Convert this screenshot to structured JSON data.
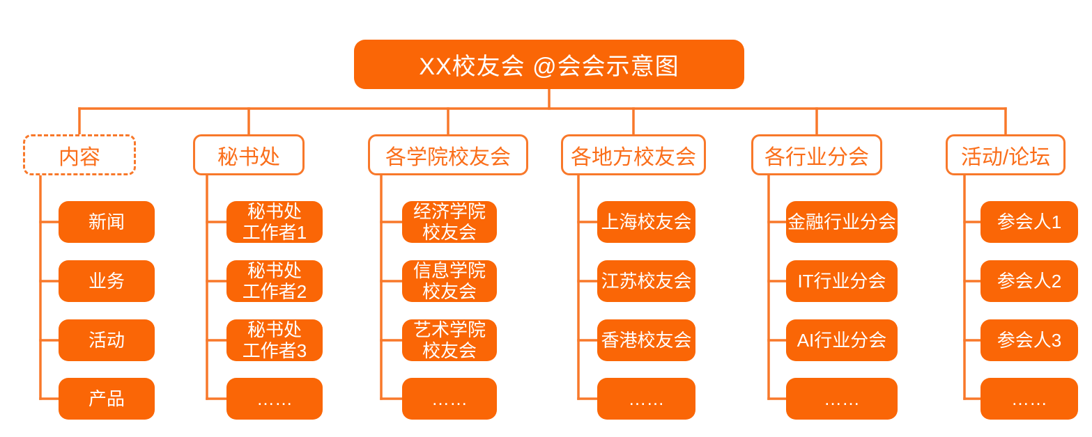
{
  "colors": {
    "node_fill": "#FA6606",
    "line": "#F8782A",
    "node_text": "#FFFFFF",
    "outline_text": "#FA6E1A",
    "background": "#FFFFFF"
  },
  "root": {
    "label": "XX校友会 @会会示意图"
  },
  "branches": [
    {
      "label": "内容",
      "box_style": "dashed",
      "children": [
        "新闻",
        "业务",
        "活动",
        "产品"
      ]
    },
    {
      "label": "秘书处",
      "box_style": "solid",
      "children": [
        "秘书处\n工作者1",
        "秘书处\n工作者2",
        "秘书处\n工作者3",
        "……"
      ]
    },
    {
      "label": "各学院校友会",
      "box_style": "solid",
      "children": [
        "经济学院\n校友会",
        "信息学院\n校友会",
        "艺术学院\n校友会",
        "……"
      ]
    },
    {
      "label": "各地方校友会",
      "box_style": "solid",
      "children": [
        "上海校友会",
        "江苏校友会",
        "香港校友会",
        "……"
      ]
    },
    {
      "label": "各行业分会",
      "box_style": "solid",
      "children": [
        "金融行业分会",
        "IT行业分会",
        "AI行业分会",
        "……"
      ]
    },
    {
      "label": "活动/论坛",
      "box_style": "solid",
      "children": [
        "参会人1",
        "参会人2",
        "参会人3",
        "……"
      ]
    }
  ]
}
